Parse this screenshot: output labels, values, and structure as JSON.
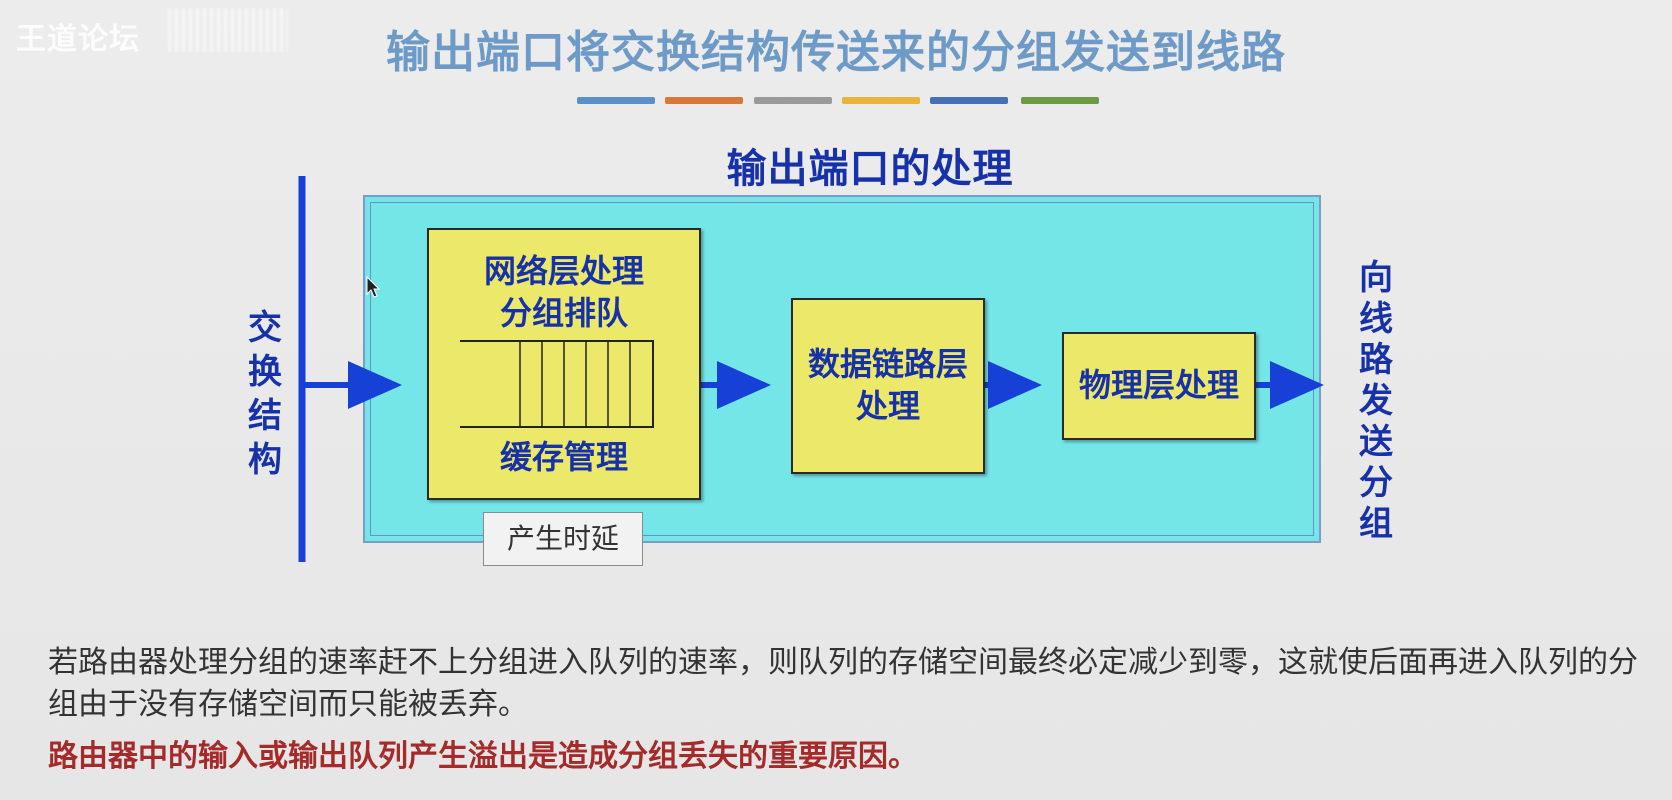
{
  "watermark": "王道论坛",
  "title": "输出端口将交换结构传送来的分组发送到线路",
  "color_bars": [
    "#5b8fc6",
    "#d9773b",
    "#9a9a9a",
    "#e8b43a",
    "#4470b8",
    "#6e9a45"
  ],
  "diagram": {
    "heading": "输出端口的处理",
    "left_label": [
      "交",
      "换",
      "结",
      "构"
    ],
    "right_label": [
      "向",
      "线",
      "路",
      "发",
      "送",
      "分",
      "组"
    ],
    "box1": {
      "line1": "网络层处理",
      "line2": "分组排队",
      "line3": "缓存管理"
    },
    "box2": {
      "line1": "数据链路层",
      "line2": "处理"
    },
    "box3": {
      "label": "物理层处理"
    },
    "delay_label": "产生时延",
    "colors": {
      "panel": "#74e6e8",
      "box": "#ece86a",
      "accent": "#1740d6"
    }
  },
  "text": {
    "paragraph": "若路由器处理分组的速率赶不上分组进入队列的速率，则队列的存储空间最终必定减少到零，这就使后面再进入队列的分组由于没有存储空间而只能被丢弃。",
    "highlight": "路由器中的输入或输出队列产生溢出是造成分组丢失的重要原因。"
  }
}
